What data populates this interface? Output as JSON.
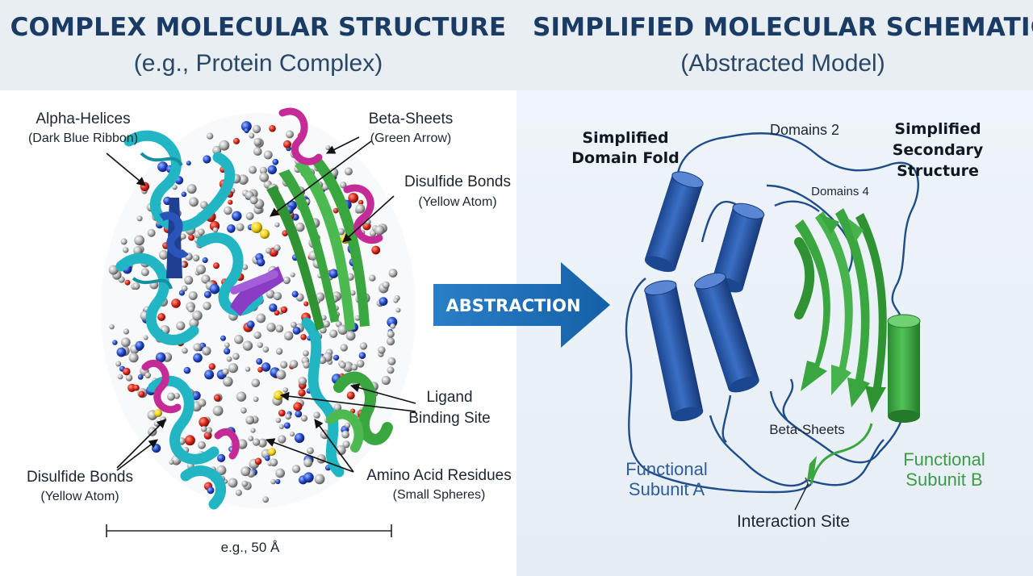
{
  "left_panel": {
    "title": "COMPLEX MOLECULAR STRUCTURE",
    "subtitle": "(e.g., Protein Complex)",
    "labels": {
      "alpha_helices": "Alpha-Helices",
      "alpha_helices_note": "(Dark Blue Ribbon)",
      "beta_sheets": "Beta-Sheets",
      "beta_sheets_note": "(Green Arrow)",
      "disulfide_top": "Disulfide Bonds",
      "disulfide_top_note": "(Yellow Atom)",
      "ligand_line1": "Ligand",
      "ligand_line2": "Binding Site",
      "disulfide_bottom": "Disulfide Bonds",
      "disulfide_bottom_note": "(Yellow Atom)",
      "amino_acids": "Amino Acid Residues",
      "amino_acids_note": "(Small Spheres)"
    },
    "scale_bar": "e.g., 50 Å"
  },
  "arrow": {
    "label": "ABSTRACTION",
    "color": "#1e6fb8"
  },
  "right_panel": {
    "title": "SIMPLIFIED MOLECULAR SCHEMATIC",
    "subtitle": "(Abstracted Model)",
    "labels": {
      "domain_fold_1": "Simplified",
      "domain_fold_2": "Domain Fold",
      "domains_2": "Domains 2",
      "secondary_1": "Simplified",
      "secondary_2": "Secondary",
      "secondary_3": "Structure",
      "domains_4": "Domains 4",
      "beta_sheets": "Beta-Sheets",
      "subunit_a_1": "Functional",
      "subunit_a_2": "Subunit A",
      "subunit_b_1": "Functional",
      "subunit_b_2": "Subunit B",
      "interaction_site": "Interaction Site"
    }
  },
  "colors": {
    "title": "#1a3c64",
    "helix_blue": "#2457a8",
    "sheet_green": "#3aa63f",
    "cyan_ribbon": "#22b5c4",
    "magenta_ribbon": "#c42b96",
    "purple_helix": "#8a3cc4",
    "subunit_a_text": "#2f5d9a",
    "subunit_b_text": "#3b9c48"
  }
}
